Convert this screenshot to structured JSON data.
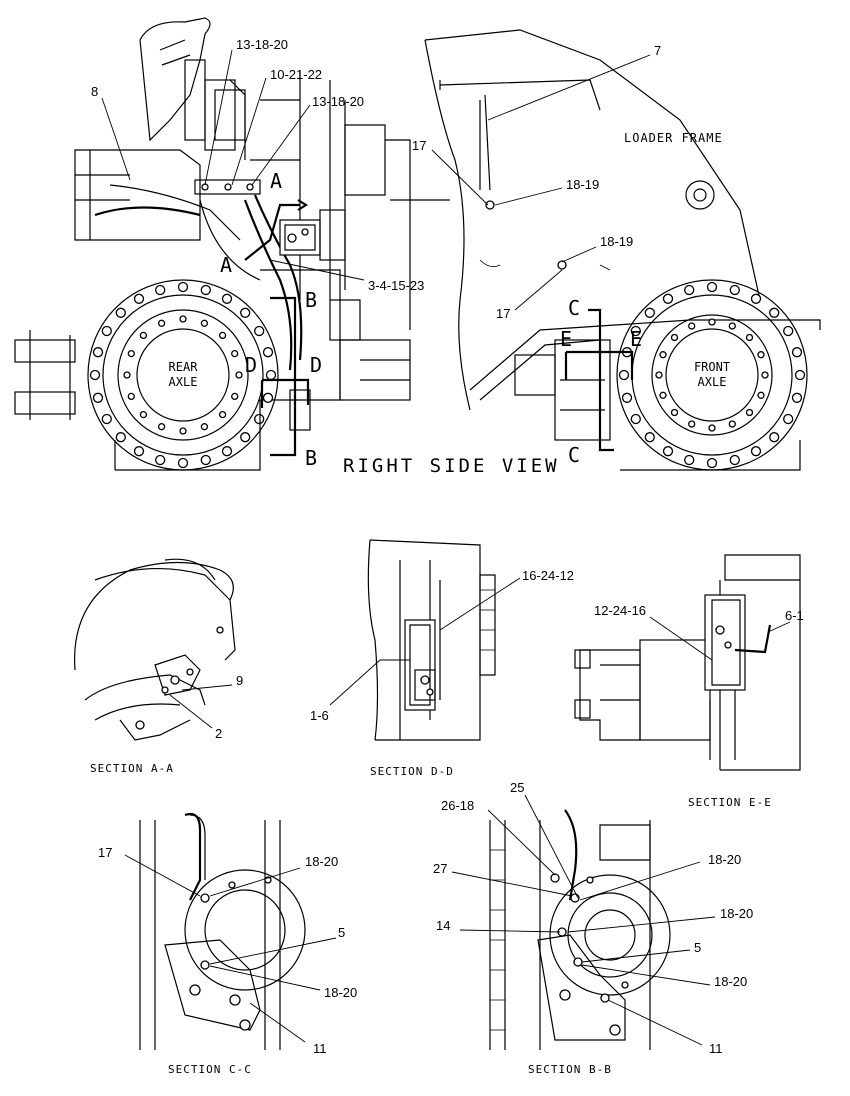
{
  "view_title": "RIGHT SIDE VIEW",
  "frame_label": "LOADER FRAME",
  "rear_axle": [
    "REAR",
    "AXLE"
  ],
  "front_axle": [
    "FRONT",
    "AXLE"
  ],
  "section_letters": {
    "a": "A",
    "b": "B",
    "c": "C",
    "d": "D",
    "e": "E"
  },
  "callouts": {
    "c_8": "8",
    "c_13_18_20_a": "13-18-20",
    "c_10_21_22": "10-21-22",
    "c_13_18_20_b": "13-18-20",
    "c_3_4_15_23": "3-4-15-23",
    "c_7": "7",
    "c_17_a": "17",
    "c_18_19_a": "18-19",
    "c_18_19_b": "18-19",
    "c_17_b": "17",
    "c_9": "9",
    "c_2": "2",
    "c_16_24_12": "16-24-12",
    "c_1_6": "1-6",
    "c_12_24_16": "12-24-16",
    "c_6_1": "6-1",
    "c_17_cc": "17",
    "c_18_20_cc_a": "18-20",
    "c_5_cc": "5",
    "c_18_20_cc_b": "18-20",
    "c_11_cc": "11",
    "c_25": "25",
    "c_26_18": "26-18",
    "c_27": "27",
    "c_18_20_bb_a": "18-20",
    "c_14": "14",
    "c_18_20_bb_b": "18-20",
    "c_5_bb": "5",
    "c_18_20_bb_c": "18-20",
    "c_11_bb": "11"
  },
  "section_titles": {
    "aa": "SECTION A-A",
    "dd": "SECTION D-D",
    "ee": "SECTION E-E",
    "cc": "SECTION C-C",
    "bb": "SECTION B-B"
  }
}
